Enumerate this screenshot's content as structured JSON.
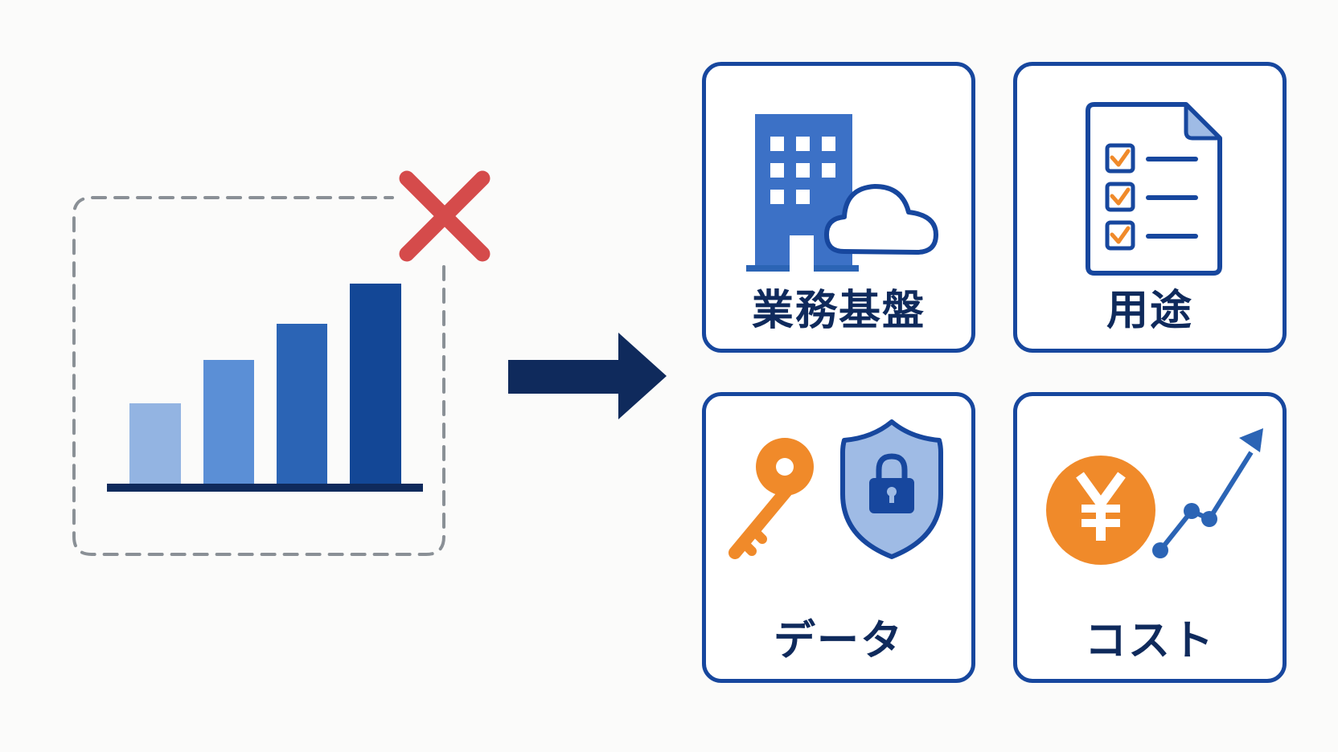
{
  "colors": {
    "navy": "#0f2a5c",
    "card_border": "#17479e",
    "blue_dark": "#134796",
    "blue_mid": "#2b64b5",
    "blue_light": "#5b8fd6",
    "blue_pale": "#93b4e2",
    "orange": "#f08a2a",
    "red_x": "#d54b4b",
    "dashed_gray": "#8a9096"
  },
  "left_panel": {
    "chart_icon": "bar-chart-icon",
    "bar_levels": [
      0.37,
      0.58,
      0.78,
      1.0
    ],
    "rejected_icon": "x-mark-icon",
    "frame": "dashed-frame"
  },
  "connector": {
    "icon": "right-arrow-icon"
  },
  "cards": [
    {
      "label": "業務基盤",
      "icon": "building-cloud-icon"
    },
    {
      "label": "用途",
      "icon": "checklist-document-icon"
    },
    {
      "label": "データ",
      "icon": "key-shield-lock-icon"
    },
    {
      "label": "コスト",
      "icon": "yen-trend-icon"
    }
  ]
}
